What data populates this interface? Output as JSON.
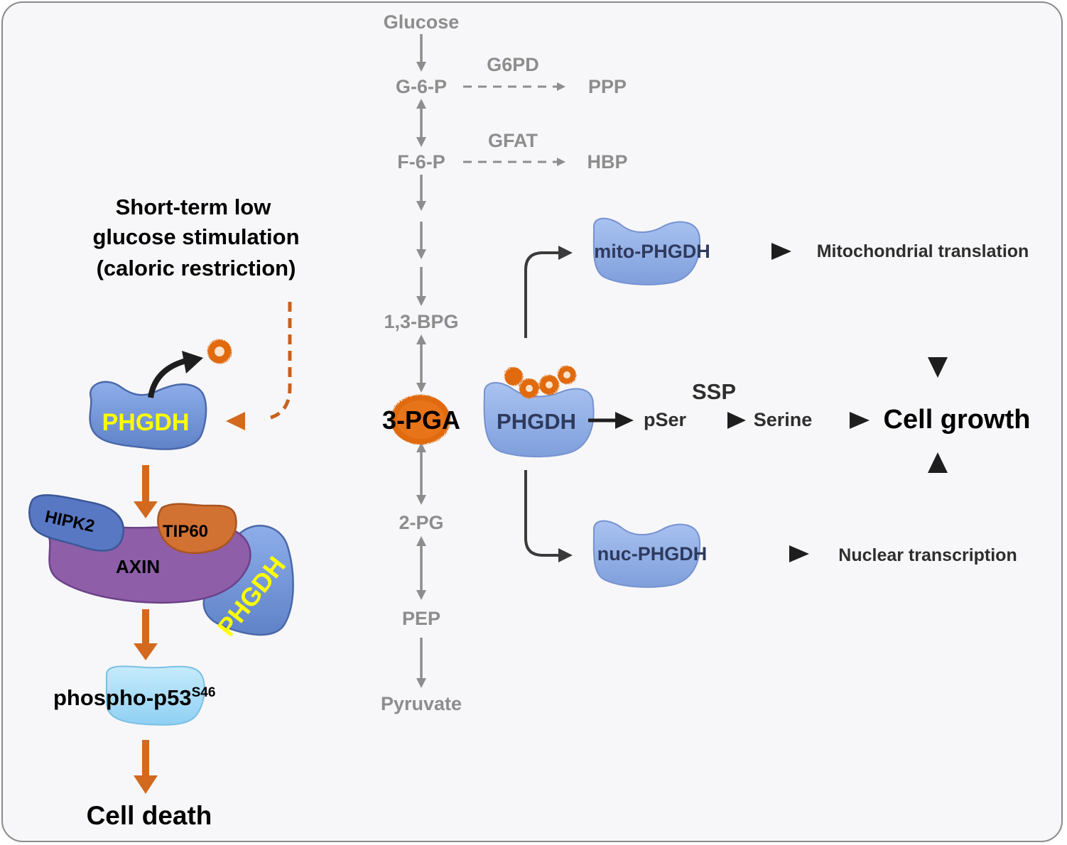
{
  "glycolysis": {
    "glucose": "Glucose",
    "g6p": "G-6-P",
    "f6p": "F-6-P",
    "bpg": "1,3-BPG",
    "pga": "3-PGA",
    "pg2": "2-PG",
    "pep": "PEP",
    "pyruvate": "Pyruvate"
  },
  "branches": {
    "g6pd": "G6PD",
    "ppp": "PPP",
    "gfat": "GFAT",
    "hbp": "HBP"
  },
  "left_panel": {
    "stimulus_line1": "Short-term low",
    "stimulus_line2": "glucose stimulation",
    "stimulus_line3": "(caloric restriction)",
    "phgdh": "PHGDH",
    "hipk2": "HIPK2",
    "tip60": "TIP60",
    "axin": "AXIN",
    "phgdh_complex": "PHGDH",
    "p53": "phospho-p53",
    "p53_sup": "S46",
    "cell_death": "Cell death"
  },
  "right_panel": {
    "phgdh": "PHGDH",
    "pser": "pSer",
    "ssp": "SSP",
    "serine": "Serine",
    "cell_growth": "Cell growth",
    "mito_phgdh": "mito-PHGDH",
    "mito_translation": "Mitochondrial translation",
    "nuc_phgdh": "nuc-PHGDH",
    "nuclear_transcription": "Nuclear transcription"
  },
  "colors": {
    "grey_arrow": "#8d8d8d",
    "orange": "#d2691e",
    "pga_blob": "#e06a10",
    "phgdh_blue": "#6f93d6",
    "axin_purple": "#8e5ea8",
    "hipk2_blue": "#5878c4",
    "tip60_orange": "#d27232",
    "p53_light": "#a9dcf6",
    "phgdh_yellow": "#ffff00"
  }
}
